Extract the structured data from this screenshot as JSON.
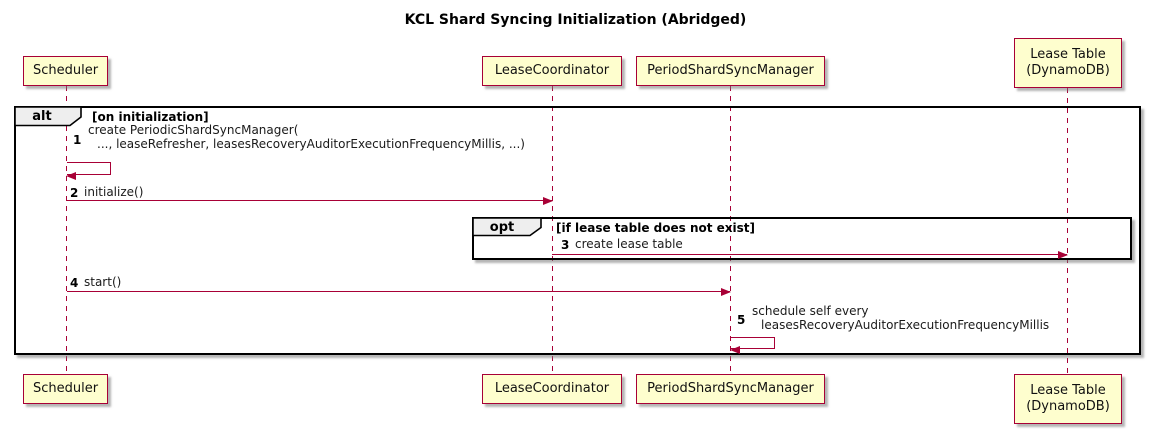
{
  "title": "KCL Shard Syncing Initialization (Abridged)",
  "participants": [
    {
      "label": "Scheduler"
    },
    {
      "label": "LeaseCoordinator"
    },
    {
      "label": "PeriodShardSyncManager"
    },
    {
      "line1": "Lease Table",
      "line2": "(DynamoDB)"
    }
  ],
  "frames": {
    "alt": {
      "keyword": "alt",
      "condition": "[on initialization]"
    },
    "opt": {
      "keyword": "opt",
      "condition": "[if lease table does not exist]"
    }
  },
  "messages": [
    {
      "num": "1",
      "line1": "create PeriodicShardSyncManager(",
      "line2": "..., leaseRefresher, leasesRecoveryAuditorExecutionFrequencyMillis, ...)"
    },
    {
      "num": "2",
      "text": "initialize()"
    },
    {
      "num": "3",
      "text": "create lease table"
    },
    {
      "num": "4",
      "text": "start()"
    },
    {
      "num": "5",
      "line1": "schedule self every",
      "line2": "leasesRecoveryAuditorExecutionFrequencyMillis"
    }
  ],
  "colors": {
    "participant_fill": "#FEFECE",
    "participant_border": "#A80036",
    "lifeline": "#A80036",
    "arrow": "#A80036",
    "frame_border": "#000000",
    "frame_label_fill": "#EEEEEE"
  }
}
